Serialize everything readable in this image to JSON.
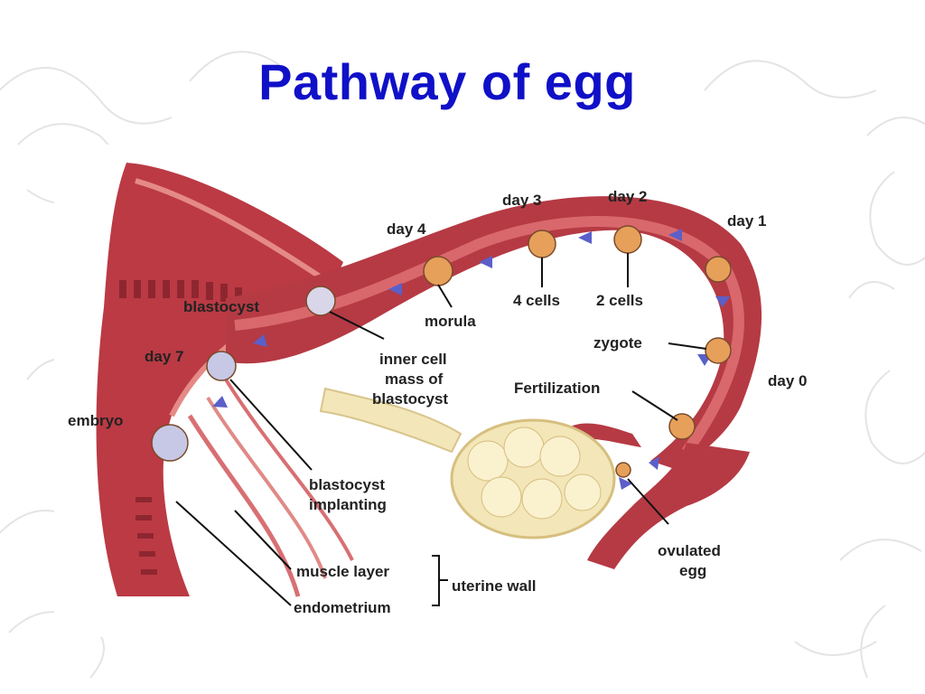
{
  "slide": {
    "title": "Pathway of egg",
    "title_color": "#1010c8"
  },
  "diagram": {
    "labels": {
      "day4": "day 4",
      "day3": "day 3",
      "day2": "day 2",
      "day1": "day 1",
      "day0": "day 0",
      "day7": "day 7",
      "blastocyst": "blastocyst",
      "embryo": "embryo",
      "morula": "morula",
      "four_cells": "4 cells",
      "two_cells": "2 cells",
      "zygote": "zygote",
      "fertilization": "Fertilization",
      "inner_cell_1": "inner cell",
      "inner_cell_2": "mass of",
      "inner_cell_3": "blastocyst",
      "implanting_1": "blastocyst",
      "implanting_2": "implanting",
      "ovulated_1": "ovulated",
      "ovulated_2": "egg",
      "muscle_layer": "muscle layer",
      "endometrium": "endometrium",
      "uterine_wall": "uterine wall"
    },
    "colors": {
      "tissue": "#c0434a",
      "tissue_dark": "#8e2630",
      "lumen": "#d86a6e",
      "ovary": "#f3e6b8",
      "arrow": "#5b5fc9",
      "cell": "#e6a05a"
    }
  }
}
